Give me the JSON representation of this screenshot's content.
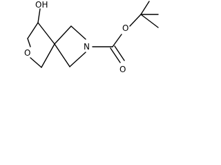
{
  "structure": {
    "atoms": {
      "hydroxyl": "OH",
      "ring_oxygen": "O",
      "ring_nitrogen": "N",
      "ester_oxygen": "O",
      "carbonyl_oxygen": "O"
    },
    "colors": {
      "bond": "#000000",
      "label": "#000000",
      "background": "#ffffff"
    }
  }
}
